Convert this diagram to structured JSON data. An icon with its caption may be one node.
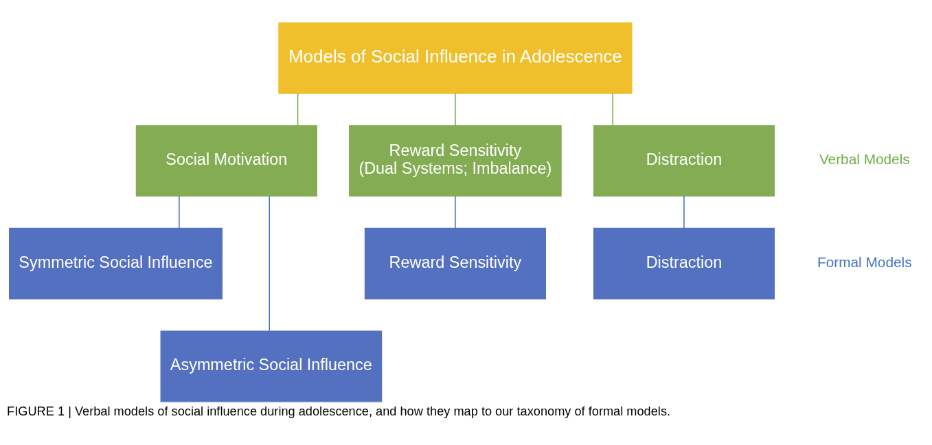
{
  "diagram": {
    "caption": "FIGURE 1 | Verbal models of social influence during adolescence, and how they map to our taxonomy of formal models.",
    "nodes": [
      {
        "text": [
          "Models of Social Influence in Adolescence"
        ]
      },
      {
        "text": [
          "Social Motivation"
        ]
      },
      {
        "text": [
          "Reward Sensitivity",
          "(Dual Systems; Imbalance)"
        ]
      },
      {
        "text": [
          "Distraction"
        ]
      },
      {
        "text": [
          "Symmetric Social Influence"
        ]
      },
      {
        "text": [
          "Asymmetric Social Influence"
        ]
      },
      {
        "text": [
          "Reward Sensitivity"
        ]
      },
      {
        "text": [
          "Distraction"
        ]
      }
    ],
    "edges": [
      {
        "from": 0,
        "to": 1,
        "arrow": "none",
        "color": "#70ad47"
      },
      {
        "from": 0,
        "to": 2,
        "arrow": "none",
        "color": "#70ad47"
      },
      {
        "from": 0,
        "to": 3,
        "arrow": "none",
        "color": "#70ad47"
      },
      {
        "from": 1,
        "to": 4,
        "arrow": "none"
      },
      {
        "from": 1,
        "to": 5,
        "arrow": "none"
      },
      {
        "from": 2,
        "to": 6,
        "arrow": "none"
      },
      {
        "from": 3,
        "to": 7,
        "arrow": "none"
      }
    ],
    "labels": [
      "Verbal Models",
      "Formal Models"
    ]
  }
}
